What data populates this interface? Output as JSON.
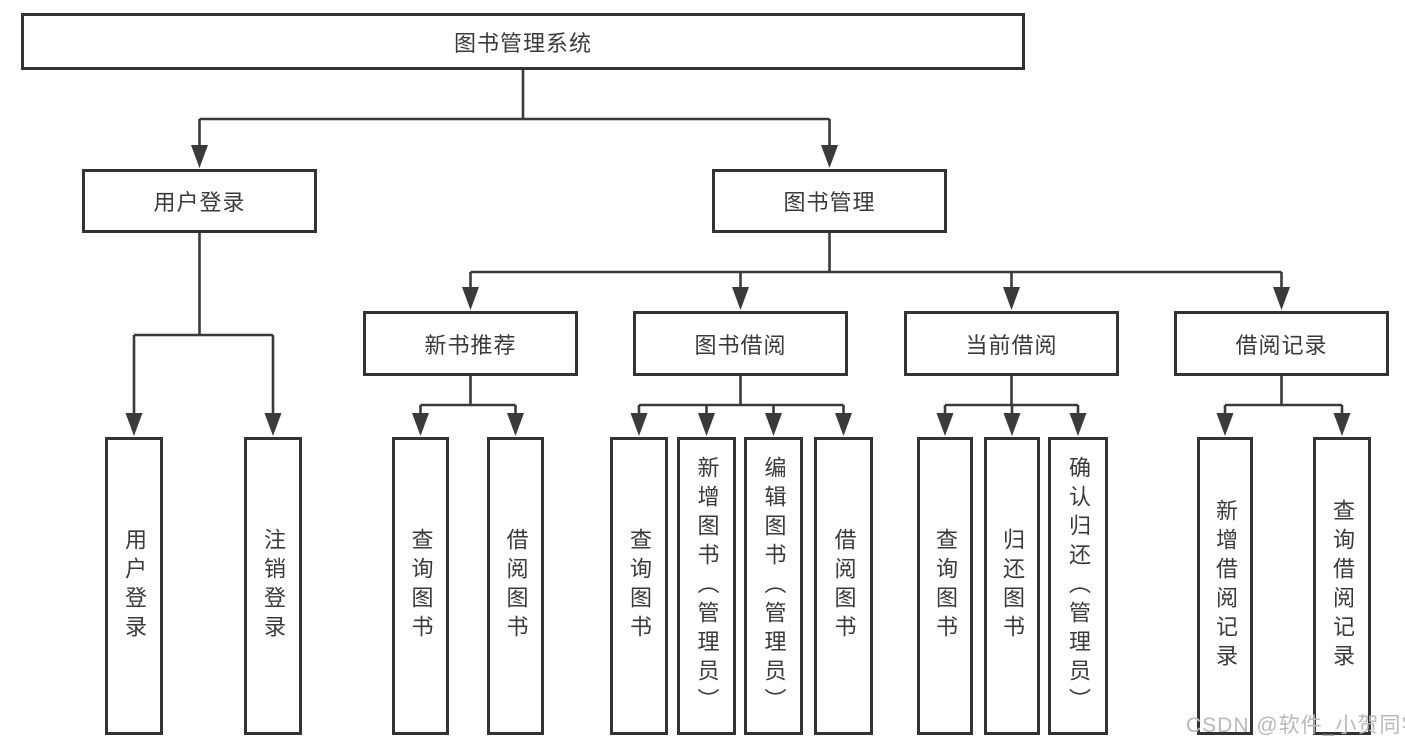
{
  "diagram": {
    "watermark": "CSDN @软件_小贺同学",
    "colors": {
      "line": "#3a3a3a",
      "border": "#333333",
      "text": "#3a3a3a",
      "background": "#ffffff",
      "watermark": "#b9b9b9"
    },
    "nodes": [
      {
        "id": "root",
        "label": "图书管理系统",
        "parent": null,
        "shape": "horizontal"
      },
      {
        "id": "user-login",
        "label": "用户登录",
        "parent": "root",
        "shape": "horizontal"
      },
      {
        "id": "book-management",
        "label": "图书管理",
        "parent": "root",
        "shape": "horizontal"
      },
      {
        "id": "new-book-recommend",
        "label": "新书推荐",
        "parent": "book-management",
        "shape": "horizontal"
      },
      {
        "id": "book-borrowing",
        "label": "图书借阅",
        "parent": "book-management",
        "shape": "horizontal"
      },
      {
        "id": "current-borrowing",
        "label": "当前借阅",
        "parent": "book-management",
        "shape": "horizontal"
      },
      {
        "id": "borrowing-records",
        "label": "借阅记录",
        "parent": "book-management",
        "shape": "horizontal"
      },
      {
        "id": "leaf-user-login",
        "label": "用户登录",
        "parent": "user-login",
        "shape": "vertical"
      },
      {
        "id": "leaf-logout-login",
        "label": "注销登录",
        "parent": "user-login",
        "shape": "vertical"
      },
      {
        "id": "leaf-query-book-recommend",
        "label": "查询图书",
        "parent": "new-book-recommend",
        "shape": "vertical"
      },
      {
        "id": "leaf-borrow-book-recommend",
        "label": "借阅图书",
        "parent": "new-book-recommend",
        "shape": "vertical"
      },
      {
        "id": "leaf-query-book-borrowing",
        "label": "查询图书",
        "parent": "book-borrowing",
        "shape": "vertical"
      },
      {
        "id": "leaf-add-book-admin",
        "label": "新增图书（管理员）",
        "parent": "book-borrowing",
        "shape": "vertical"
      },
      {
        "id": "leaf-edit-book-admin",
        "label": "编辑图书（管理员）",
        "parent": "book-borrowing",
        "shape": "vertical"
      },
      {
        "id": "leaf-borrow-book-borrowing",
        "label": "借阅图书",
        "parent": "book-borrowing",
        "shape": "vertical"
      },
      {
        "id": "leaf-query-book-current",
        "label": "查询图书",
        "parent": "current-borrowing",
        "shape": "vertical"
      },
      {
        "id": "leaf-return-book",
        "label": "归还图书",
        "parent": "current-borrowing",
        "shape": "vertical"
      },
      {
        "id": "leaf-confirm-return-admin",
        "label": "确认归还（管理员）",
        "parent": "current-borrowing",
        "shape": "vertical"
      },
      {
        "id": "leaf-add-borrow-record",
        "label": "新增借阅记录",
        "parent": "borrowing-records",
        "shape": "vertical"
      },
      {
        "id": "leaf-query-borrow-record",
        "label": "查询借阅记录",
        "parent": "borrowing-records",
        "shape": "vertical"
      }
    ]
  }
}
